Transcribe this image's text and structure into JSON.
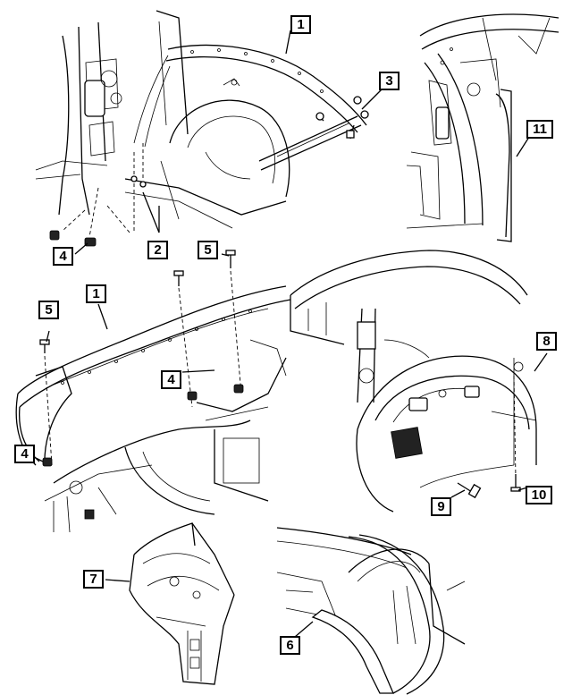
{
  "callouts": [
    {
      "id": "c1a",
      "label": "1"
    },
    {
      "id": "c3",
      "label": "3"
    },
    {
      "id": "c11",
      "label": "11"
    },
    {
      "id": "c2",
      "label": "2"
    },
    {
      "id": "c5a",
      "label": "5"
    },
    {
      "id": "c4a",
      "label": "4"
    },
    {
      "id": "c1b",
      "label": "1"
    },
    {
      "id": "c5b",
      "label": "5"
    },
    {
      "id": "c4b",
      "label": "4"
    },
    {
      "id": "c4c",
      "label": "4"
    },
    {
      "id": "c8",
      "label": "8"
    },
    {
      "id": "c9",
      "label": "9"
    },
    {
      "id": "c10",
      "label": "10"
    },
    {
      "id": "c7",
      "label": "7"
    },
    {
      "id": "c6",
      "label": "6"
    }
  ]
}
